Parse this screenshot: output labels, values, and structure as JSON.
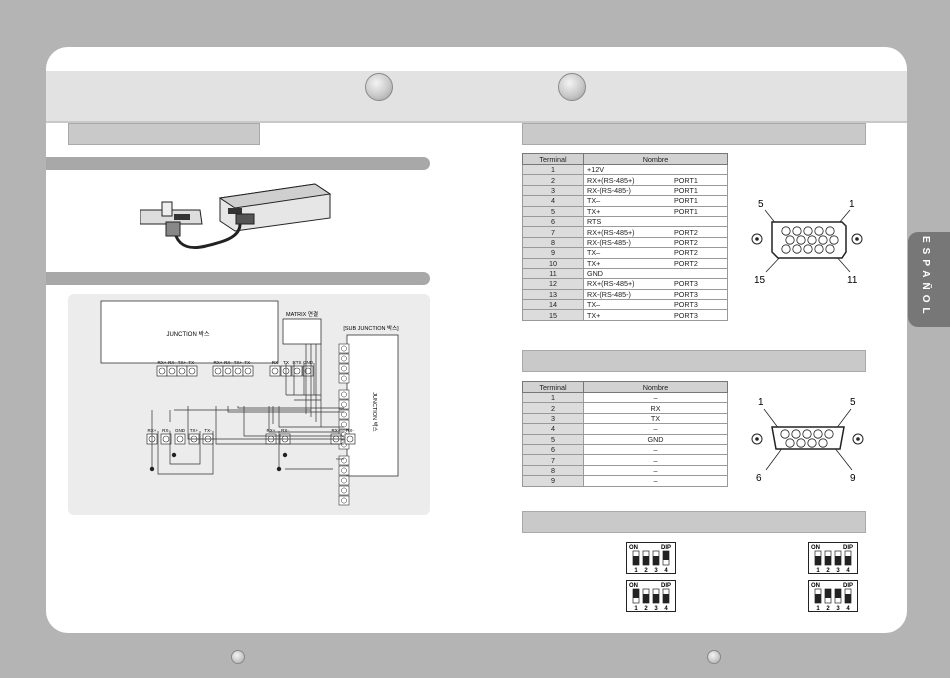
{
  "side_tab": "ESPAÑOL",
  "diagram": {
    "matrix_label": "MATRIX 연결",
    "junction_label": "JUNCTION 박스",
    "sub_junction_label": "[SUB JUNCTION 박스]",
    "sub_junction_body": "JUNCTION 박스",
    "top_terms_a": [
      "RX+",
      "RX-",
      "TX+",
      "TX-"
    ],
    "top_terms_b": [
      "RX+",
      "RX-",
      "TX+",
      "TX-"
    ],
    "top_terms_c": [
      "RX",
      "TX",
      "RTS",
      "GND"
    ],
    "bottom_terms_a": [
      "RX+",
      "RX-",
      "GND",
      "TX+",
      "TX-"
    ],
    "bottom_terms_b": [
      "RX+",
      "RX-"
    ],
    "bottom_terms_c": [
      "RX+",
      "RX-"
    ]
  },
  "table15": {
    "headers": [
      "Terminal",
      "Nombre"
    ],
    "rows": [
      {
        "t": "1",
        "n": "+12V",
        "p": ""
      },
      {
        "t": "2",
        "n": "RX+(RS-485+)",
        "p": "PORT1"
      },
      {
        "t": "3",
        "n": "RX-(RS-485-)",
        "p": "PORT1"
      },
      {
        "t": "4",
        "n": "TX–",
        "p": "PORT1"
      },
      {
        "t": "5",
        "n": "TX+",
        "p": "PORT1"
      },
      {
        "t": "6",
        "n": "RTS",
        "p": ""
      },
      {
        "t": "7",
        "n": "RX+(RS-485+)",
        "p": "PORT2"
      },
      {
        "t": "8",
        "n": "RX-(RS-485-)",
        "p": "PORT2"
      },
      {
        "t": "9",
        "n": "TX–",
        "p": "PORT2"
      },
      {
        "t": "10",
        "n": "TX+",
        "p": "PORT2"
      },
      {
        "t": "11",
        "n": "GND",
        "p": ""
      },
      {
        "t": "12",
        "n": "RX+(RS-485+)",
        "p": "PORT3"
      },
      {
        "t": "13",
        "n": "RX-(RS-485-)",
        "p": "PORT3"
      },
      {
        "t": "14",
        "n": "TX–",
        "p": "PORT3"
      },
      {
        "t": "15",
        "n": "TX+",
        "p": "PORT3"
      }
    ]
  },
  "connector15": {
    "tl": "5",
    "tr": "1",
    "bl": "15",
    "br": "11"
  },
  "table9": {
    "headers": [
      "Terminal",
      "Nombre"
    ],
    "rows": [
      {
        "t": "1",
        "n": "–"
      },
      {
        "t": "2",
        "n": "RX"
      },
      {
        "t": "3",
        "n": "TX"
      },
      {
        "t": "4",
        "n": "–"
      },
      {
        "t": "5",
        "n": "GND"
      },
      {
        "t": "6",
        "n": "–"
      },
      {
        "t": "7",
        "n": "–"
      },
      {
        "t": "8",
        "n": "–"
      },
      {
        "t": "9",
        "n": "–"
      }
    ]
  },
  "connector9": {
    "tl": "1",
    "tr": "5",
    "bl": "6",
    "br": "9"
  },
  "dip": {
    "on": "ON",
    "dip": "DIP",
    "numbers": [
      "1",
      "2",
      "3",
      "4"
    ],
    "switches": [
      {
        "id": "a",
        "states": [
          0,
          0,
          0,
          1
        ]
      },
      {
        "id": "b",
        "states": [
          0,
          0,
          0,
          0
        ]
      },
      {
        "id": "c",
        "states": [
          1,
          0,
          0,
          0
        ]
      },
      {
        "id": "d",
        "states": [
          0,
          1,
          1,
          0
        ]
      }
    ]
  },
  "colors": {
    "background": "#b4b4b4",
    "page": "#ffffff",
    "header_band": "#e2e2e2",
    "side_tab": "#777777"
  }
}
